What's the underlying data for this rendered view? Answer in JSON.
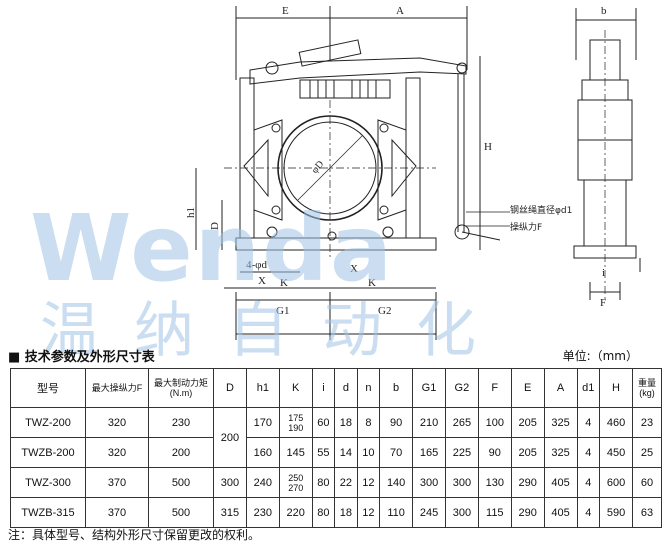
{
  "drawing": {
    "dim_E": "E",
    "dim_A": "A",
    "dim_b": "b",
    "dim_H": "H",
    "dim_h1": "h1",
    "dim_D": "D",
    "dim_phiD": "φD",
    "dim_4phid": "4-φd",
    "dim_X1": "X",
    "dim_K1": "K",
    "dim_X2": "X",
    "dim_K2": "K",
    "dim_G1": "G1",
    "dim_G2": "G2",
    "dim_i": "i",
    "dim_F": "F",
    "label_wire": "钢丝绳直径φd1",
    "label_force": "操纵力F"
  },
  "watermark": {
    "latin": "Wenda",
    "chinese": "温纳自动化"
  },
  "section_title": "■ 技术参数及外形尺寸表",
  "unit_label": "单位:（mm）",
  "table": {
    "headers": {
      "model": "型号",
      "max_force": "最大操纵力F",
      "max_torque": "最大制动力矩(N.m)",
      "D": "D",
      "h1": "h1",
      "K": "K",
      "i": "i",
      "d": "d",
      "n": "n",
      "b": "b",
      "G1": "G1",
      "G2": "G2",
      "F": "F",
      "E": "E",
      "A": "A",
      "d1": "d1",
      "H": "H",
      "weight": "重量(kg)"
    },
    "rows": [
      {
        "model": "TWZ-200",
        "F": "320",
        "torque": "230",
        "D": "200",
        "h1": "170",
        "K": "175/190",
        "i": "60",
        "d": "18",
        "n": "8",
        "b": "90",
        "G1": "210",
        "G2": "265",
        "Fdim": "100",
        "E": "205",
        "A": "325",
        "d1": "4",
        "H": "460",
        "weight": "23"
      },
      {
        "model": "TWZB-200",
        "F": "320",
        "torque": "200",
        "D": "",
        "h1": "160",
        "K": "145",
        "i": "55",
        "d": "14",
        "n": "10",
        "b": "70",
        "G1": "165",
        "G2": "225",
        "Fdim": "90",
        "E": "205",
        "A": "325",
        "d1": "4",
        "H": "450",
        "weight": "25"
      },
      {
        "model": "TWZ-300",
        "F": "370",
        "torque": "500",
        "D": "300",
        "h1": "240",
        "K": "250/270",
        "i": "80",
        "d": "22",
        "n": "12",
        "b": "140",
        "G1": "300",
        "G2": "300",
        "Fdim": "130",
        "E": "290",
        "A": "405",
        "d1": "4",
        "H": "600",
        "weight": "60"
      },
      {
        "model": "TWZB-315",
        "F": "370",
        "torque": "500",
        "D": "315",
        "h1": "230",
        "K": "220",
        "i": "80",
        "d": "18",
        "n": "12",
        "b": "110",
        "G1": "245",
        "G2": "300",
        "Fdim": "115",
        "E": "290",
        "A": "405",
        "d1": "4",
        "H": "590",
        "weight": "63"
      }
    ]
  },
  "note": "注：具体型号、结构外形尺寸保留更改的权利。"
}
